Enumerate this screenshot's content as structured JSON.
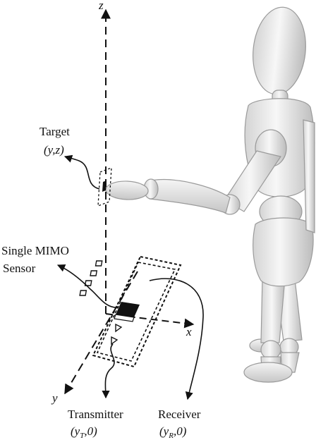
{
  "axes": {
    "x": "x",
    "y": "y",
    "z": "z"
  },
  "target": {
    "title": "Target",
    "coord": "(y,z)"
  },
  "sensor": {
    "line1": "Single MIMO",
    "line2": "Sensor"
  },
  "transmitter": {
    "title": "Transmitter",
    "coord": "(y",
    "sub": "T",
    "tail": ",0)"
  },
  "receiver": {
    "title": "Receiver",
    "coord": "(y",
    "sub": "R",
    "tail": ",0)"
  }
}
